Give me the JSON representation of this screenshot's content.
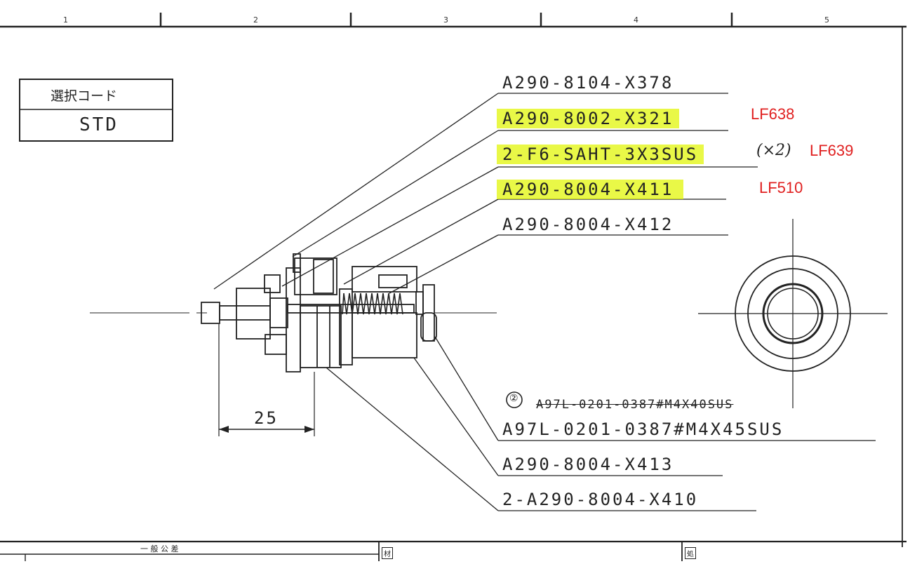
{
  "zones": [
    "1",
    "2",
    "3",
    "4",
    "5"
  ],
  "selection_box": {
    "title": "選択コード",
    "value": "STD"
  },
  "callouts": [
    {
      "part": "A290-8104-X378",
      "highlighted": false,
      "note": "",
      "ref": ""
    },
    {
      "part": "A290-8002-X321",
      "highlighted": true,
      "note": "",
      "ref": "LF638"
    },
    {
      "part": "2-F6-SAHT-3X3SUS",
      "highlighted": true,
      "note": "(×2)",
      "ref": "LF639"
    },
    {
      "part": "A290-8004-X411",
      "highlighted": true,
      "note": "",
      "ref": "LF510"
    },
    {
      "part": "A290-8004-X412",
      "highlighted": false,
      "note": "",
      "ref": ""
    }
  ],
  "screw": {
    "marker": "②",
    "old_part": "A97L-0201-0387#M4X40SUS",
    "part": "A97L-0201-0387#M4X45SUS"
  },
  "lower_callouts": [
    "A290-8004-X413",
    "2-A290-8004-X410"
  ],
  "dimension": "25",
  "title_block": {
    "left_label": "一 般 公 差",
    "material_label": "材",
    "treatment_label": "処"
  },
  "colors": {
    "highlight": "#e6f500",
    "ref_text": "#e02020",
    "ink": "#222222"
  }
}
